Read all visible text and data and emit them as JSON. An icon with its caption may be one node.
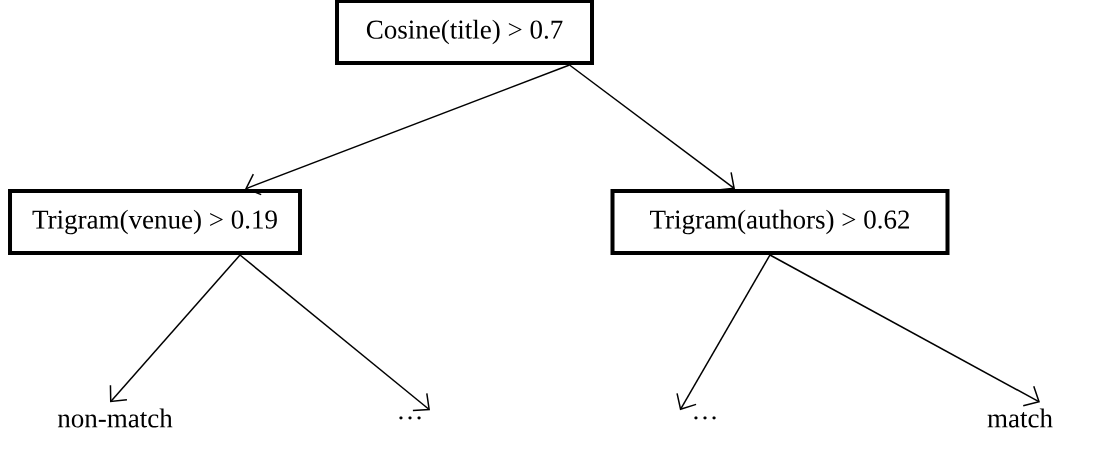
{
  "diagram": {
    "nodes": [
      {
        "text": [
          "Cosine(title) > 0.7"
        ]
      },
      {
        "text": [
          "Trigram(venue) > 0.19"
        ]
      },
      {
        "text": [
          "Trigram(authors) > 0.62"
        ]
      },
      {
        "text": [
          "non-match"
        ]
      },
      {
        "text": [
          "…"
        ]
      },
      {
        "text": [
          "…"
        ]
      },
      {
        "text": [
          "match"
        ]
      }
    ],
    "edges": [
      {
        "from": 0,
        "to": 1,
        "arrow": "to"
      },
      {
        "from": 0,
        "to": 2,
        "arrow": "to"
      },
      {
        "from": 1,
        "to": 3,
        "arrow": "to"
      },
      {
        "from": 1,
        "to": 4,
        "arrow": "to"
      },
      {
        "from": 2,
        "to": 5,
        "arrow": "to"
      },
      {
        "from": 2,
        "to": 6,
        "arrow": "to"
      }
    ]
  }
}
